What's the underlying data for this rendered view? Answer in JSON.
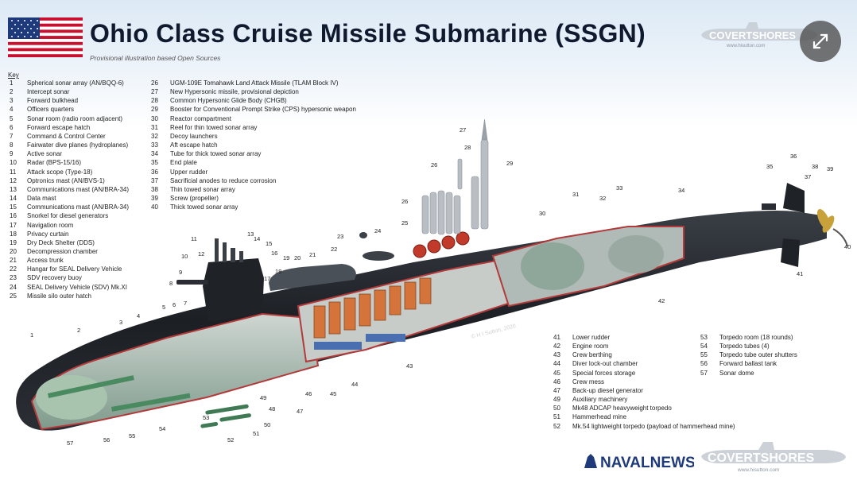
{
  "header": {
    "title": "Ohio Class Cruise Missile Submarine (SSGN)",
    "subtitle": "Provisional illustration based Open Sources"
  },
  "branding": {
    "top_logo": "COVERTSHORES",
    "top_logo_sub": "www.hisutton.com",
    "bottom_logo_left": "NAVALNEWS",
    "bottom_logo_right": "COVERTSHORES",
    "bottom_logo_right_sub": "www.hisutton.com",
    "credit": "© H I Sutton, 2020"
  },
  "key": {
    "heading": "Key",
    "col1": [
      {
        "n": "1",
        "label": "Spherical sonar array (AN/BQQ-6)"
      },
      {
        "n": "2",
        "label": "Intercept sonar"
      },
      {
        "n": "3",
        "label": "Forward bulkhead"
      },
      {
        "n": "4",
        "label": "Officers quarters"
      },
      {
        "n": "5",
        "label": "Sonar room (radio room adjacent)"
      },
      {
        "n": "6",
        "label": "Forward escape hatch"
      },
      {
        "n": "7",
        "label": "Command & Control Center"
      },
      {
        "n": "8",
        "label": "Fairwater dive planes (hydroplanes)"
      },
      {
        "n": "9",
        "label": "Active sonar"
      },
      {
        "n": "10",
        "label": "Radar (BPS-15/16)"
      },
      {
        "n": "11",
        "label": "Attack scope (Type-18)"
      },
      {
        "n": "12",
        "label": "Optronics mast (AN/BVS-1)"
      },
      {
        "n": "13",
        "label": "Communications mast (AN/BRA-34)"
      },
      {
        "n": "14",
        "label": "Data mast"
      },
      {
        "n": "15",
        "label": "Communications mast (AN/BRA-34)"
      },
      {
        "n": "16",
        "label": "Snorkel for diesel generators"
      },
      {
        "n": "17",
        "label": "Navigation room"
      },
      {
        "n": "18",
        "label": "Privacy curtain"
      },
      {
        "n": "19",
        "label": "Dry Deck Shelter (DDS)"
      },
      {
        "n": "20",
        "label": "Decompression chamber"
      },
      {
        "n": "21",
        "label": "Access trunk"
      },
      {
        "n": "22",
        "label": "Hangar for SEAL Delivery Vehicle"
      },
      {
        "n": "23",
        "label": "SDV recovery buoy"
      },
      {
        "n": "24",
        "label": "SEAL Delivery Vehicle (SDV) Mk.XI"
      },
      {
        "n": "25",
        "label": "Missile silo outer hatch"
      }
    ],
    "col2": [
      {
        "n": "26",
        "label": "UGM-109E Tomahawk Land Attack Missile (TLAM Block IV)"
      },
      {
        "n": "27",
        "label": "New Hypersonic missile, provisional depiction"
      },
      {
        "n": "28",
        "label": "Common Hypersonic Glide Body (CHGB)"
      },
      {
        "n": "29",
        "label": "Booster for Conventional Prompt Strike (CPS) hypersonic weapon"
      },
      {
        "n": "30",
        "label": "Reactor compartment"
      },
      {
        "n": "31",
        "label": "Reel for thin towed sonar array"
      },
      {
        "n": "32",
        "label": "Decoy launchers"
      },
      {
        "n": "33",
        "label": "Aft escape hatch"
      },
      {
        "n": "34",
        "label": "Tube for thick towed sonar array"
      },
      {
        "n": "35",
        "label": "End plate"
      },
      {
        "n": "36",
        "label": "Upper rudder"
      },
      {
        "n": "37",
        "label": "Sacrificial anodes to reduce corrosion"
      },
      {
        "n": "38",
        "label": "Thin towed sonar array"
      },
      {
        "n": "39",
        "label": "Screw (propeller)"
      },
      {
        "n": "40",
        "label": "Thick towed sonar array"
      }
    ],
    "col3": [
      {
        "n": "41",
        "label": "Lower rudder"
      },
      {
        "n": "42",
        "label": "Engine room"
      },
      {
        "n": "43",
        "label": "Crew berthing"
      },
      {
        "n": "44",
        "label": "Diver lock-out chamber"
      },
      {
        "n": "45",
        "label": "Special forces storage"
      },
      {
        "n": "46",
        "label": "Crew mess"
      },
      {
        "n": "47",
        "label": "Back-up diesel generator"
      },
      {
        "n": "49",
        "label": "Auxiliary machinery"
      },
      {
        "n": "50",
        "label": "Mk48 ADCAP heavyweight torpedo"
      },
      {
        "n": "51",
        "label": "Hammerhead mine"
      },
      {
        "n": "52",
        "label": "Mk.54 lightweight torpedo (payload of hammerhead mine)"
      }
    ],
    "col4": [
      {
        "n": "53",
        "label": "Torpedo room (18 rounds)"
      },
      {
        "n": "54",
        "label": "Torpedo tubes (4)"
      },
      {
        "n": "55",
        "label": "Torpedo tube outer shutters"
      },
      {
        "n": "56",
        "label": "Forward ballast tank"
      },
      {
        "n": "57",
        "label": "Sonar dome"
      }
    ]
  },
  "callouts": [
    "1",
    "2",
    "3",
    "4",
    "5",
    "6",
    "7",
    "8",
    "9",
    "10",
    "11",
    "12",
    "13",
    "14",
    "15",
    "16",
    "17",
    "18",
    "19",
    "20",
    "21",
    "22",
    "23",
    "24",
    "25",
    "26",
    "26",
    "27",
    "28",
    "29",
    "30",
    "31",
    "32",
    "33",
    "34",
    "35",
    "36",
    "37",
    "38",
    "39",
    "40",
    "41",
    "42",
    "43",
    "44",
    "45",
    "46",
    "47",
    "48",
    "49",
    "50",
    "51",
    "52",
    "53",
    "54",
    "55",
    "56",
    "57"
  ],
  "colors": {
    "hull": "#23272d",
    "interior": "#6f9a84",
    "cutaway_edge": "#b23a3a",
    "silo_orange": "#d4743a",
    "missile_grey": "#b9bec4",
    "flag_red": "#c8102e",
    "flag_blue": "#1f3a7a"
  }
}
